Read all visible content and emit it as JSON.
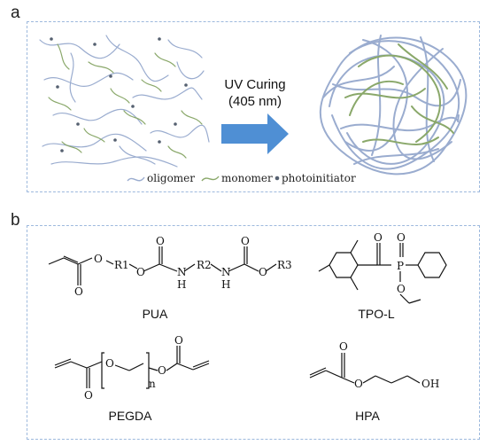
{
  "panel_a": {
    "label": "a",
    "uv_line1": "UV Curing",
    "uv_line2": "(405 nm)",
    "legend": {
      "oligomer": "oligomer",
      "monomer": "monomer",
      "photoinitiator": "photoinitiator"
    },
    "colors": {
      "oligomer": "#9aaccf",
      "monomer": "#8aa86a",
      "arrow": "#4f8fd4",
      "frame": "#9db9dd"
    }
  },
  "panel_b": {
    "label": "b",
    "molecules": [
      {
        "name": "PUA",
        "atoms": [
          "O",
          "R1",
          "O",
          "O",
          "N",
          "H",
          "R2",
          "N",
          "H",
          "O",
          "O",
          "R3",
          "O"
        ]
      },
      {
        "name": "TPO-L",
        "atoms": [
          "O",
          "P",
          "O",
          "O"
        ]
      },
      {
        "name": "PEGDA",
        "atoms": [
          "O",
          "O",
          "n",
          "O",
          "O"
        ]
      },
      {
        "name": "HPA",
        "atoms": [
          "O",
          "O",
          "OH"
        ]
      }
    ]
  }
}
